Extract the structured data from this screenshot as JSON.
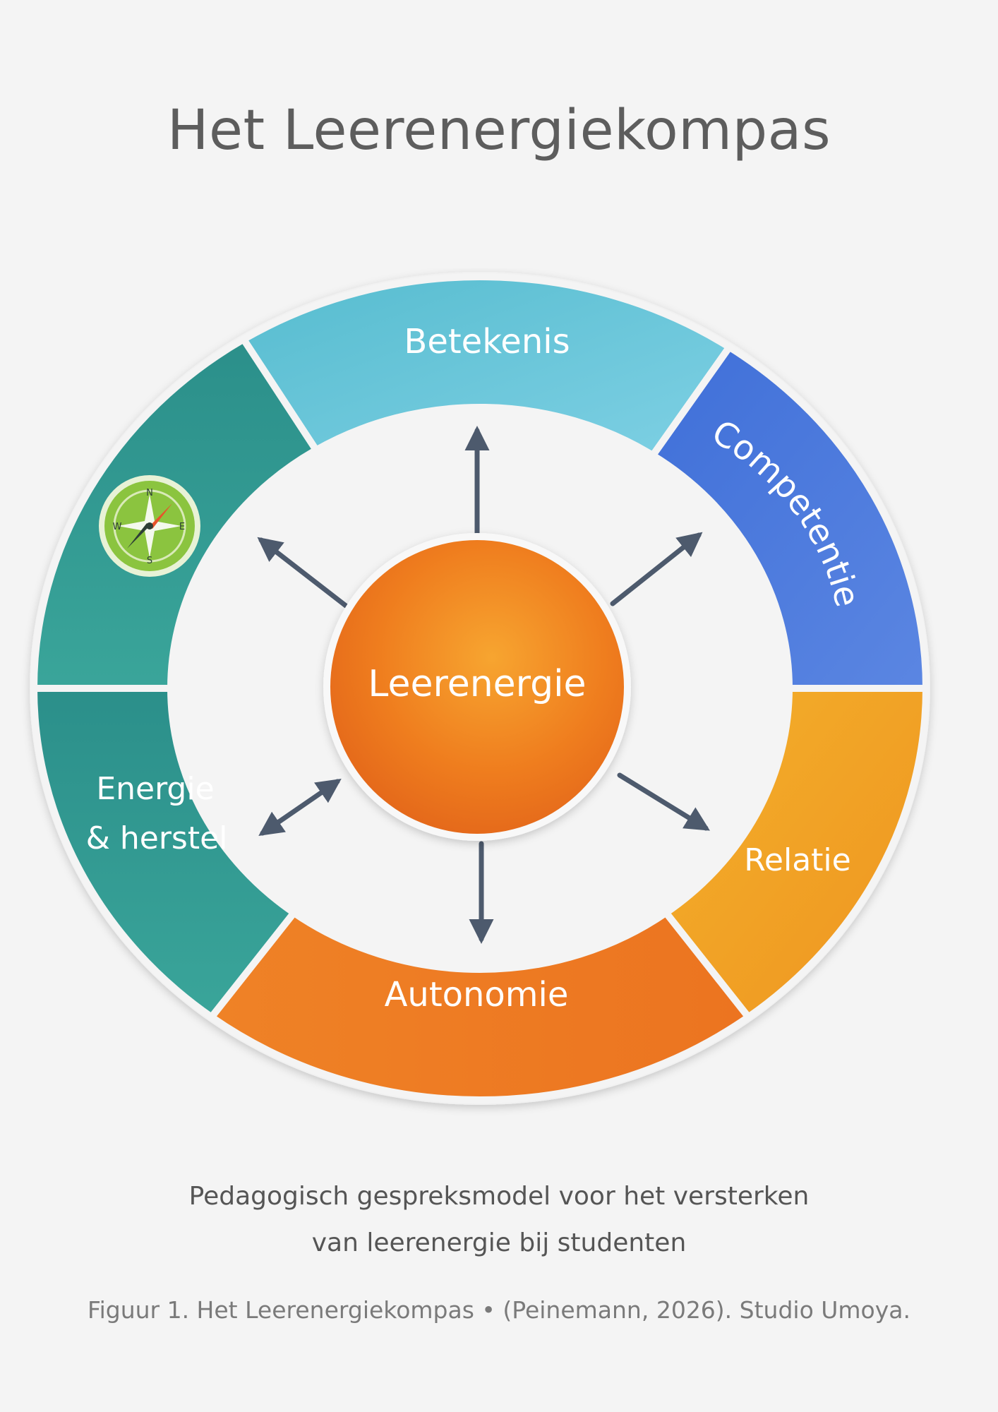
{
  "title": "Het Leerenergiekompas",
  "center_label": "Leerenergie",
  "segments": {
    "betekenis": "Betekenis",
    "competentie": "Competentie",
    "relatie": "Relatie",
    "autonomie": "Autonomie",
    "energie_line1": "Energie",
    "energie_line2": "& herstel"
  },
  "compass": {
    "n": "N",
    "e": "E",
    "s": "S",
    "w": "W"
  },
  "subtitle_line1": "Pedagogisch gespreksmodel voor het versterken",
  "subtitle_line2": "van leerenergie bij studenten",
  "caption": "Figuur 1. Het Leerenergiekompas • (Peinemann, 2026). Studio Umoya.",
  "colors": {
    "betekenis": "#62c4db",
    "competentie": "#4a78dc",
    "relatie": "#f0a022",
    "autonomie": "#ef7c22",
    "energie": "#2e9a92",
    "center": "#ef7d1e",
    "arrow": "#4d5a6d",
    "compass": "#8bc43f"
  }
}
